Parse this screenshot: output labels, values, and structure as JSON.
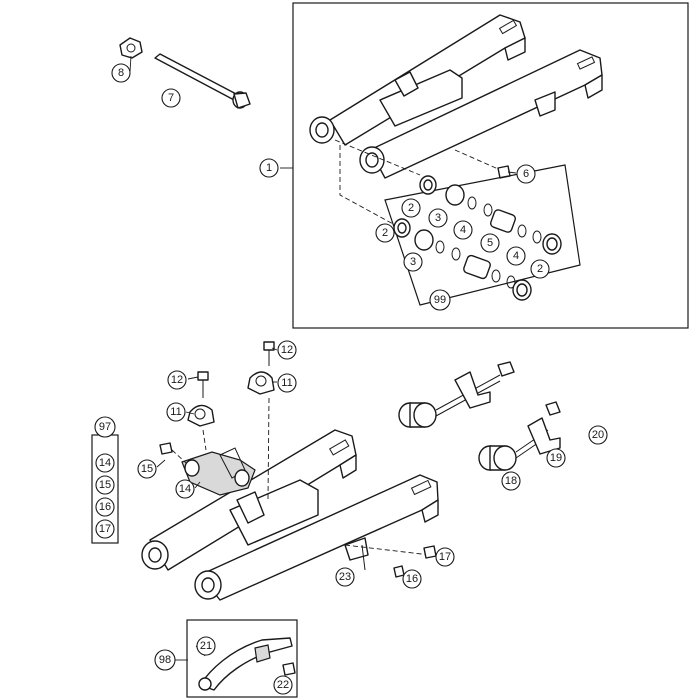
{
  "callouts": {
    "c8": "8",
    "c7": "7",
    "c1": "1",
    "c6": "6",
    "c2a": "2",
    "c3a": "3",
    "c4a": "4",
    "c2b": "2",
    "c3b": "3",
    "c5": "5",
    "c4b": "4",
    "c2c": "2",
    "c99": "99",
    "c12a": "12",
    "c12b": "12",
    "c11a": "11",
    "c11b": "11",
    "c97": "97",
    "c14a": "14",
    "c15a": "15",
    "c16a": "16",
    "c17a": "17",
    "c15": "15",
    "c14": "14",
    "c20": "20",
    "c19": "19",
    "c18": "18",
    "c17": "17",
    "c23": "23",
    "c16": "16",
    "c98": "98",
    "c21": "21",
    "c22": "22"
  }
}
